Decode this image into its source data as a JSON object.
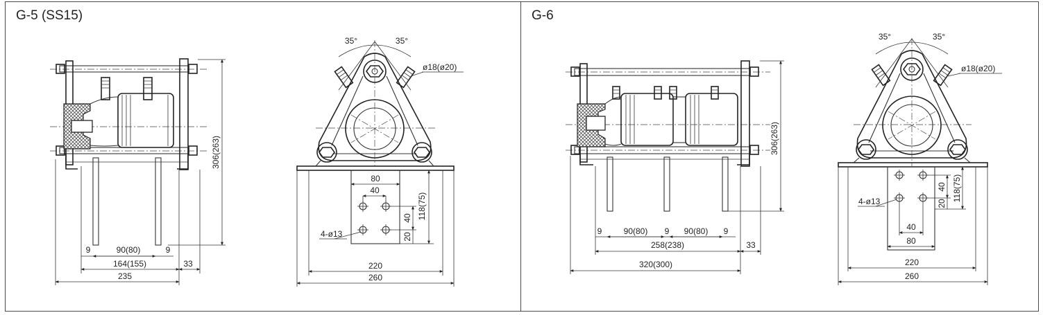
{
  "panels": [
    {
      "title": "G-5 (SS15)",
      "side_view": {
        "height": "306(263)",
        "gap_left": "9",
        "spacing": "90(80)",
        "gap_right": "9",
        "pitch": "164(155)",
        "offset": "33",
        "overall": "235"
      },
      "end_view": {
        "angle_left": "35°",
        "angle_right": "35°",
        "port": "ø18(ø20)",
        "bolt_w": "80",
        "bolt_inner": "40",
        "holes": "4-ø13",
        "bolt_v": "40",
        "bolt_v2": "20",
        "height": "118(75)",
        "base_inner": "220",
        "base_outer": "260"
      }
    },
    {
      "title": "G-6",
      "side_view": {
        "height": "306(263)",
        "gap_left": "9",
        "spacing_a": "90(80)",
        "gap_mid": "9",
        "spacing_b": "90(80)",
        "gap_right": "9",
        "pitch": "258(238)",
        "offset": "33",
        "overall": "320(300)"
      },
      "end_view": {
        "angle_left": "35°",
        "angle_right": "35°",
        "port": "ø18(ø20)",
        "bolt_v": "40",
        "bolt_v2": "20",
        "height": "118(75)",
        "holes": "4-ø13",
        "bolt_inner": "40",
        "bolt_w": "80",
        "base_inner": "220",
        "base_outer": "260"
      }
    }
  ]
}
